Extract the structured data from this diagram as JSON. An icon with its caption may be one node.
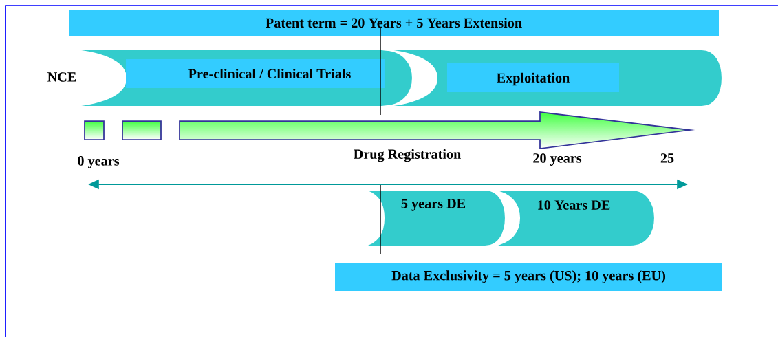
{
  "diagram": {
    "nodes": [
      {
        "text": [
          "Patent term = 20 Years + 5 Years Extension"
        ]
      },
      {
        "text": [
          "Pre-clinical / Clinical Trials"
        ]
      },
      {
        "text": [
          "Exploitation"
        ]
      },
      {
        "text": [
          "5 years DE"
        ]
      },
      {
        "text": [
          "10 Years DE"
        ]
      },
      {
        "text": [
          "Data Exclusivity = 5 years (US); 10 years (EU)"
        ]
      }
    ],
    "labels": [
      "NCE",
      "0 years",
      "Drug Registration",
      "20 years",
      "25"
    ]
  }
}
